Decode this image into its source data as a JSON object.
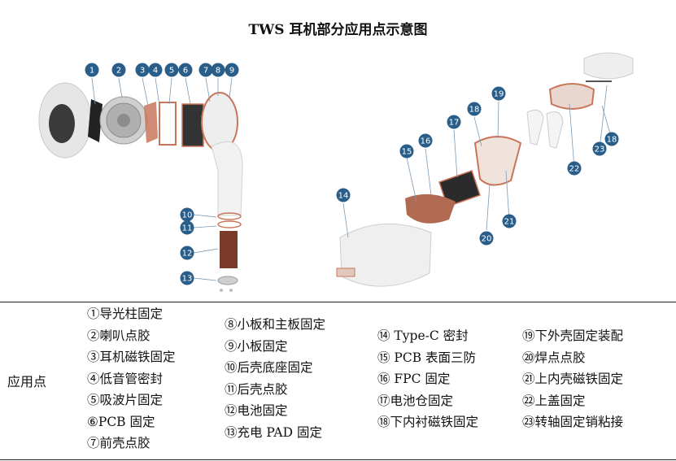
{
  "title": "TWS 耳机部分应用点示意图",
  "row_label": "应用点",
  "badge_color": "#2a5e8a",
  "part_color": "#c9755a",
  "columns": [
    [
      "①导光柱固定",
      "②喇叭点胶",
      "③耳机磁铁固定",
      "④低音管密封",
      "⑤吸波片固定",
      "⑥PCB 固定",
      "⑦前壳点胶"
    ],
    [
      "⑧小板和主板固定",
      "⑨小板固定",
      "⑩后壳底座固定",
      "⑪后壳点胶",
      "⑫电池固定",
      "⑬充电 PAD 固定"
    ],
    [
      "⑭ Type-C 密封",
      "⑮ PCB 表面三防",
      "⑯ FPC 固定",
      "⑰电池仓固定",
      "⑱下内衬磁铁固定"
    ],
    [
      "⑲下外壳固定装配",
      "⑳焊点点胶",
      "㉑上内壳磁铁固定",
      "㉒上盖固定",
      "㉓转轴固定销粘接"
    ]
  ],
  "badges_left": [
    "1",
    "2",
    "3",
    "4",
    "5",
    "6",
    "7",
    "8",
    "9",
    "10",
    "11",
    "12",
    "13"
  ],
  "badges_right": [
    "14",
    "15",
    "16",
    "17",
    "18",
    "19",
    "18",
    "20",
    "21",
    "22",
    "23"
  ]
}
